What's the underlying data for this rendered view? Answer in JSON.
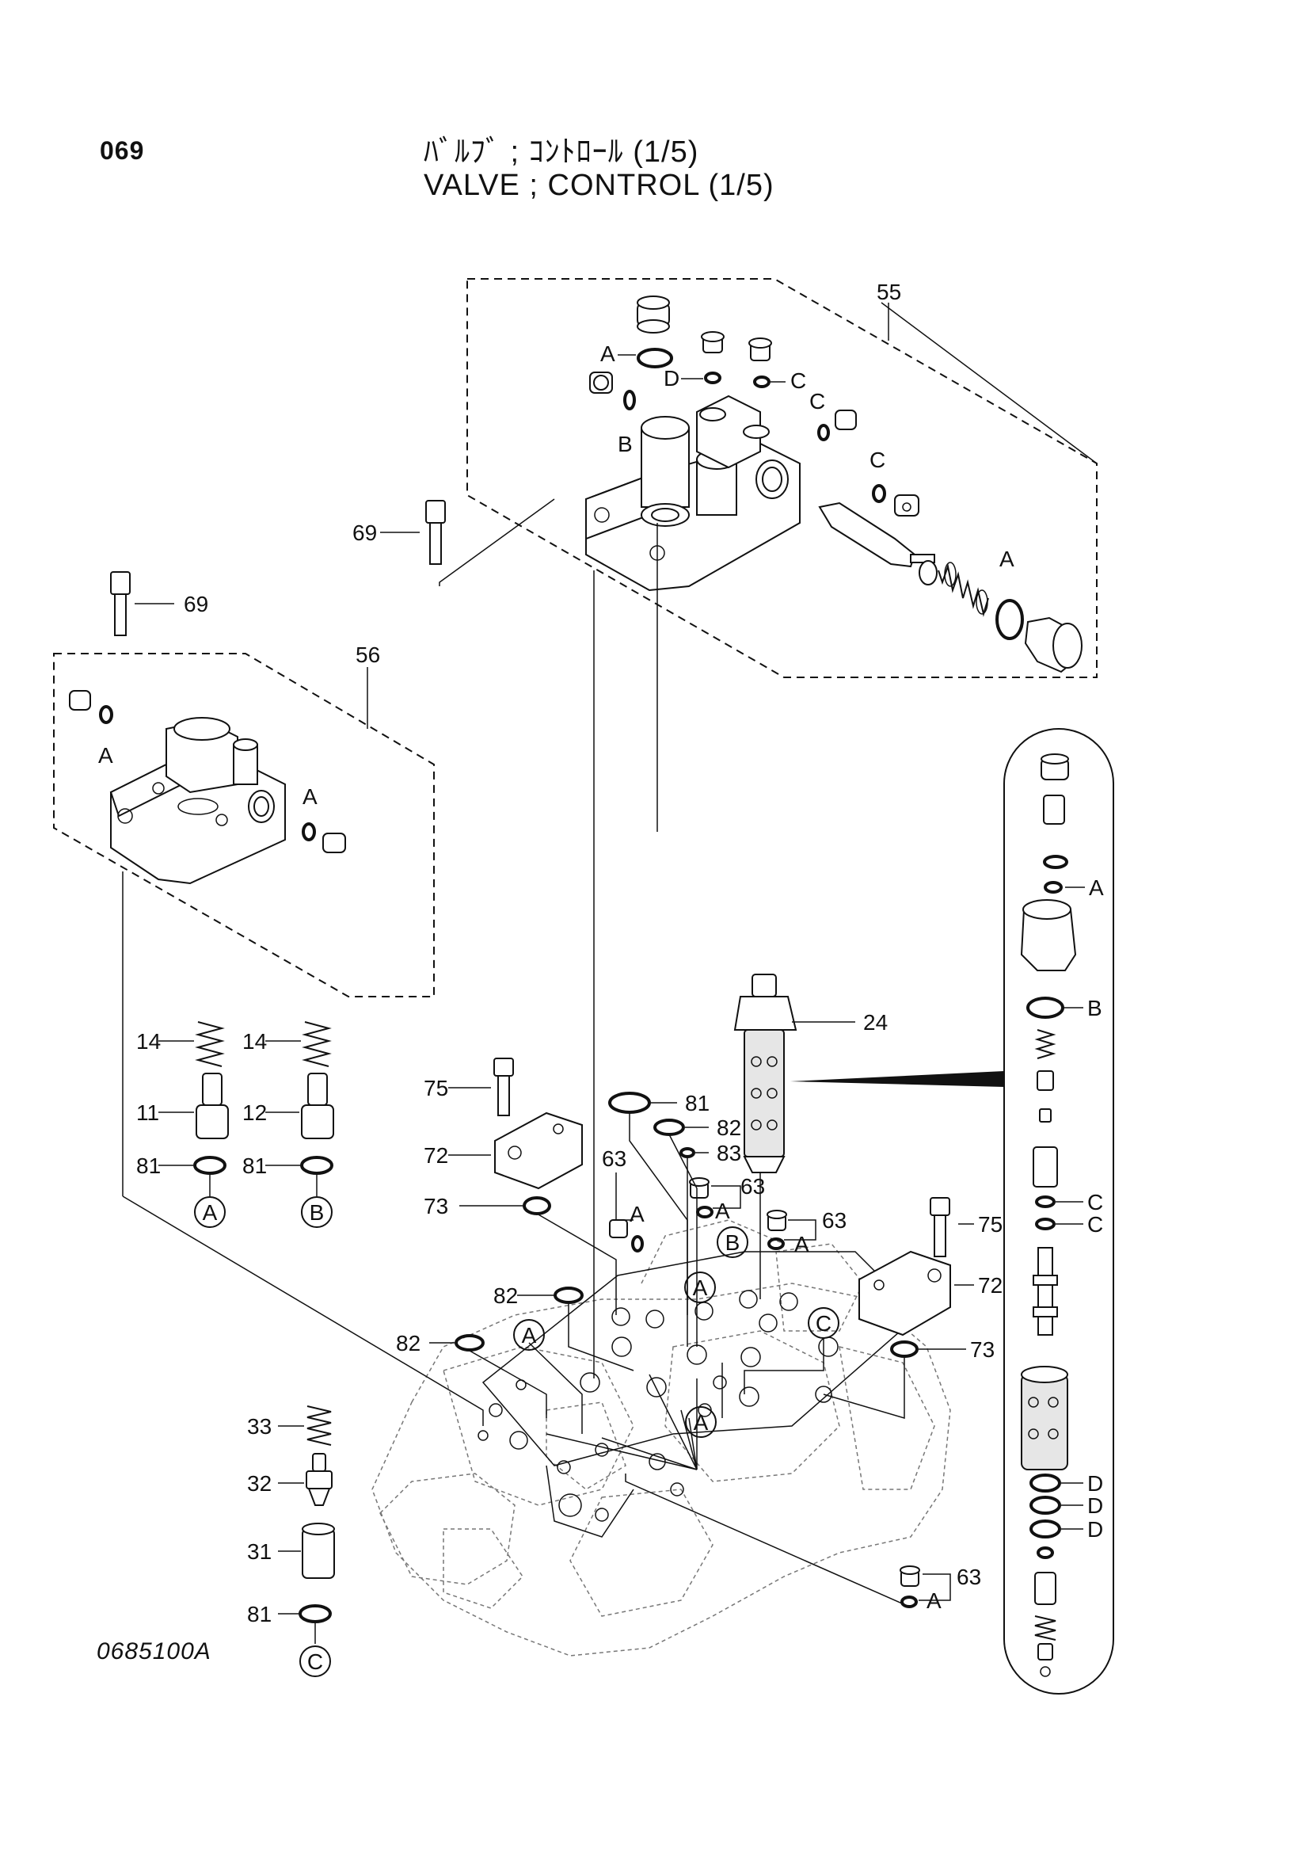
{
  "header": {
    "page_number": "069",
    "title_jp": "ﾊﾞﾙﾌﾞ ; ｺﾝﾄﾛｰﾙ (1/5)",
    "title_en": "VALVE ; CONTROL (1/5)"
  },
  "footer": {
    "reference_code": "0685100A"
  },
  "callouts": {
    "n55": "55",
    "n56": "56",
    "n69a": "69",
    "n69b": "69",
    "n14a": "14",
    "n14b": "14",
    "n11": "11",
    "n12": "12",
    "n81a": "81",
    "n81b": "81",
    "n81c": "81",
    "n81d": "81",
    "n24": "24",
    "n75a": "75",
    "n75b": "75",
    "n72a": "72",
    "n72b": "72",
    "n73a": "73",
    "n73b": "73",
    "n82a": "82",
    "n82b": "82",
    "n82c": "82",
    "n83": "83",
    "n63a": "63",
    "n63b": "63",
    "n63c": "63",
    "n63d": "63",
    "n33": "33",
    "n32": "32",
    "n31": "31"
  },
  "letters": {
    "A": "A",
    "B": "B",
    "C": "C",
    "D": "D"
  }
}
